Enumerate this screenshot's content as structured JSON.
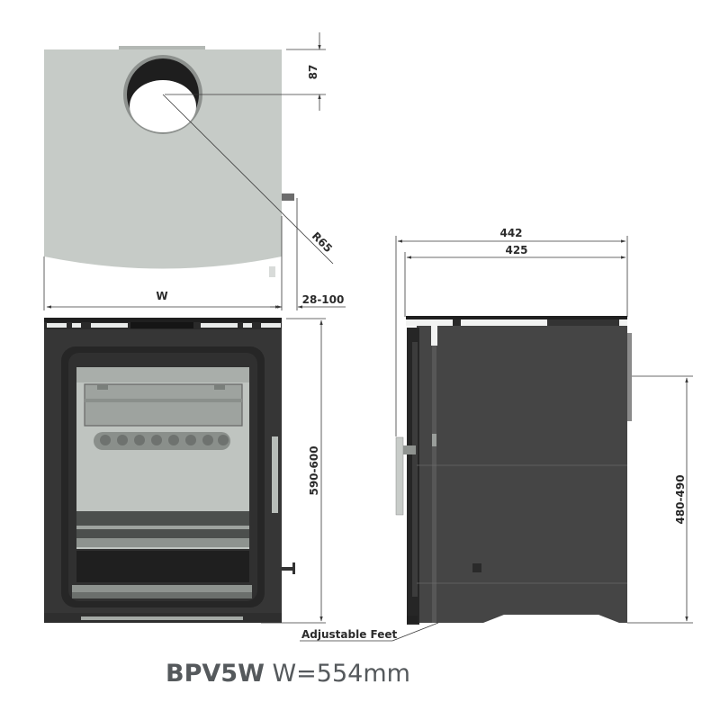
{
  "title": {
    "model": "BPV5W",
    "width_spec": "W=554mm"
  },
  "top_view": {
    "flue_offset_label": "87",
    "flue_radius_label": "R65",
    "width_label": "W",
    "wall_clearance_label": "28-100"
  },
  "front_view": {
    "height_label": "590-600",
    "feet_label": "Adjustable Feet"
  },
  "side_view": {
    "overall_depth_label": "442",
    "body_depth_label": "425",
    "rear_flue_height_label": "480-490"
  },
  "colors": {
    "top_panel": "#c6cbc7",
    "stove_body": "#454545",
    "stove_dark": "#222222",
    "glass": "#b8bdb9",
    "dimension_line": "#3a3a3a",
    "title_text": "#55595c"
  }
}
